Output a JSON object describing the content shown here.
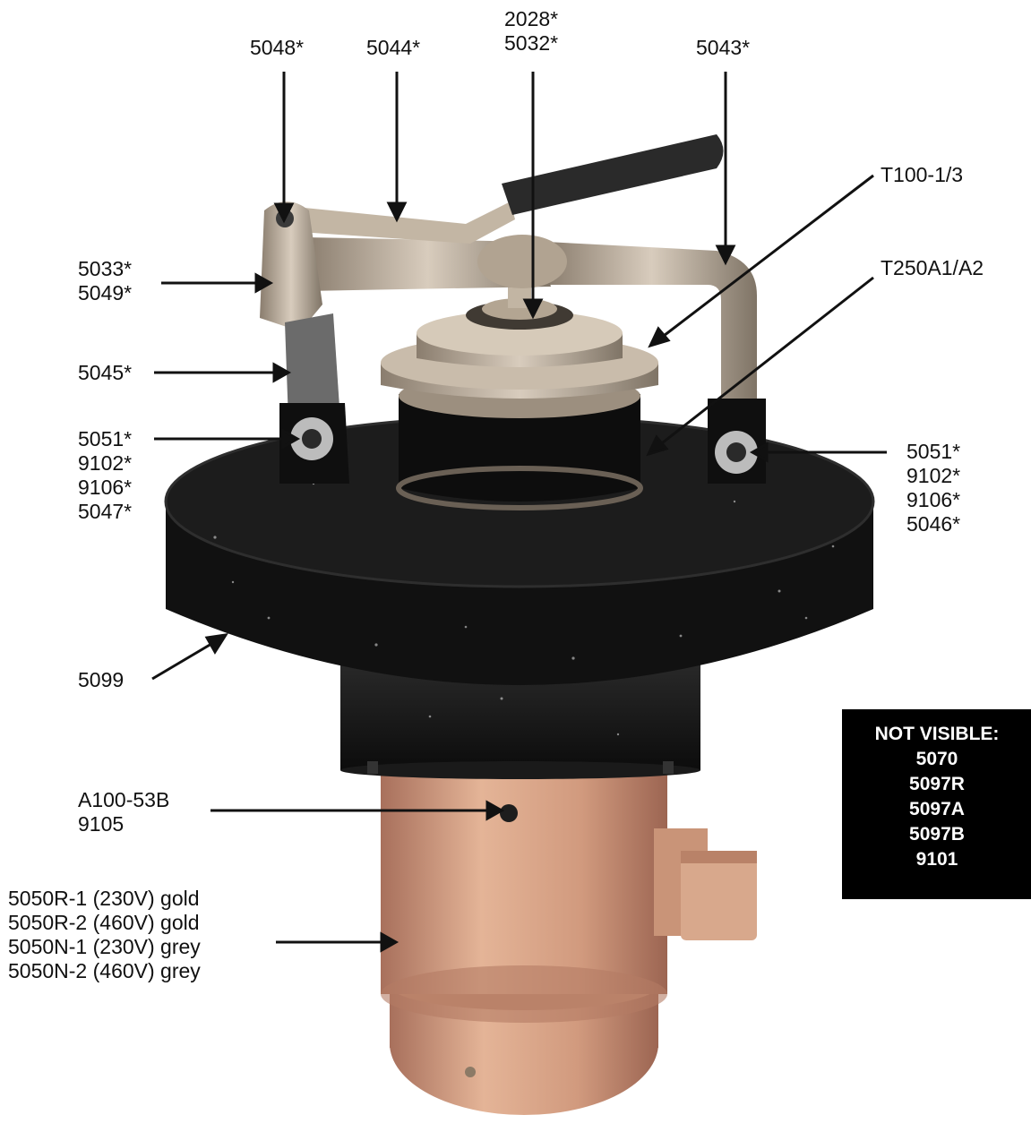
{
  "callouts": {
    "top_left_pin": [
      "5048*"
    ],
    "handle_bar": [
      "5044*"
    ],
    "center_top": [
      "2028*",
      "5032*"
    ],
    "right_arm": [
      "5043*"
    ],
    "top_ring": [
      "T100-1/3"
    ],
    "lower_ring": [
      "T250A1/A2"
    ],
    "left_hinge": [
      "5033*",
      "5049*"
    ],
    "left_arm": [
      "5045*"
    ],
    "left_bolt": [
      "5051*",
      "9102*",
      "9106*",
      "5047*"
    ],
    "right_bolt": [
      "5051*",
      "9102*",
      "9106*",
      "5046*"
    ],
    "base_disc": [
      "5099"
    ],
    "motor_plug": [
      "A100-53B",
      "9105"
    ],
    "motor": [
      "5050R-1 (230V) gold",
      "5050R-2 (460V) gold",
      "5050N-1 (230V) grey",
      "5050N-2 (460V) grey"
    ]
  },
  "not_visible": {
    "title": "NOT VISIBLE:",
    "items": [
      "5070",
      "5097R",
      "5097A",
      "5097B",
      "9101"
    ]
  },
  "colors": {
    "base_black": "#141414",
    "steel": "#b9aa98",
    "steel_dark": "#7d7264",
    "motor_copper": "#d7a184",
    "motor_shade": "#b9806a",
    "grip": "#2a2a2a",
    "arrow": "#111111"
  }
}
